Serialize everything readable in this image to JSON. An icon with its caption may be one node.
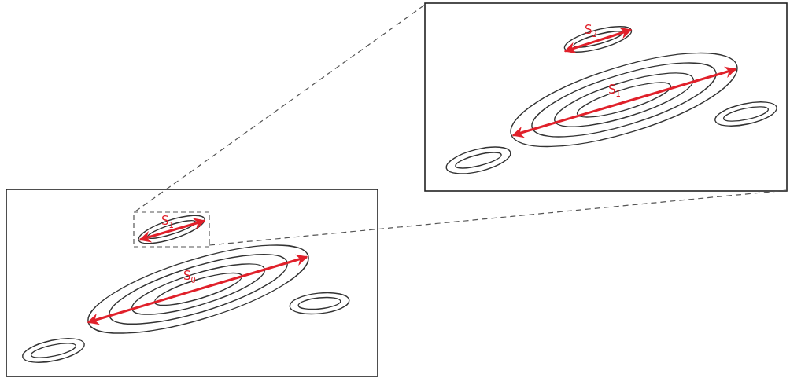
{
  "diagram": {
    "labels": [
      "S$_{2}$",
      "S$_{1}$",
      "S$_{1}$",
      "S$_{0}$"
    ]
  }
}
